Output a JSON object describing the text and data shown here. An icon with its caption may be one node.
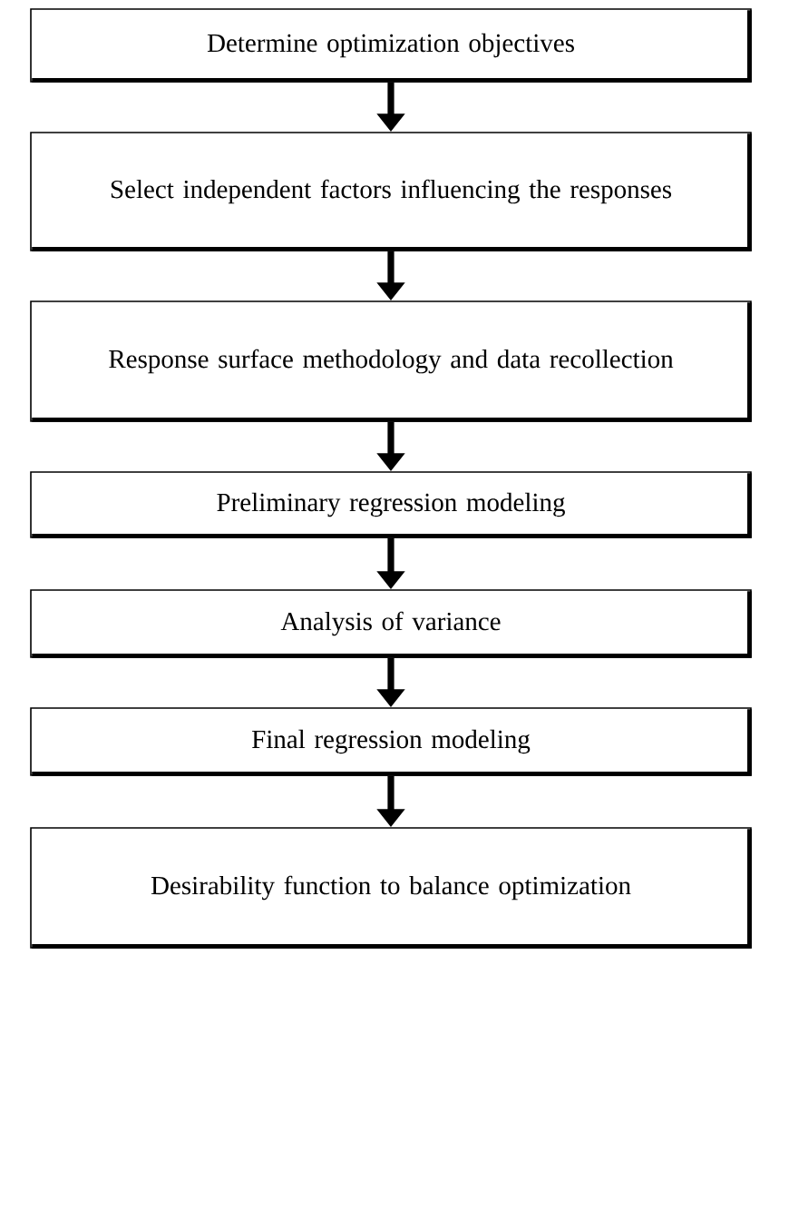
{
  "diagram": {
    "nodes": [
      {
        "text": [
          "Determine optimization objectives"
        ]
      },
      {
        "text": [
          "Select independent factors influencing the responses"
        ]
      },
      {
        "text": [
          "Response surface methodology and data recollection"
        ]
      },
      {
        "text": [
          "Preliminary regression modeling"
        ]
      },
      {
        "text": [
          "Analysis of variance"
        ]
      },
      {
        "text": [
          "Final regression modeling"
        ]
      },
      {
        "text": [
          "Desirability function to balance optimization"
        ]
      }
    ],
    "edges": [
      {
        "from": 0,
        "to": 1,
        "arrow": "to"
      },
      {
        "from": 1,
        "to": 2,
        "arrow": "to"
      },
      {
        "from": 2,
        "to": 3,
        "arrow": "to"
      },
      {
        "from": 3,
        "to": 4,
        "arrow": "to"
      },
      {
        "from": 4,
        "to": 5,
        "arrow": "to"
      },
      {
        "from": 5,
        "to": 6,
        "arrow": "to"
      }
    ]
  }
}
